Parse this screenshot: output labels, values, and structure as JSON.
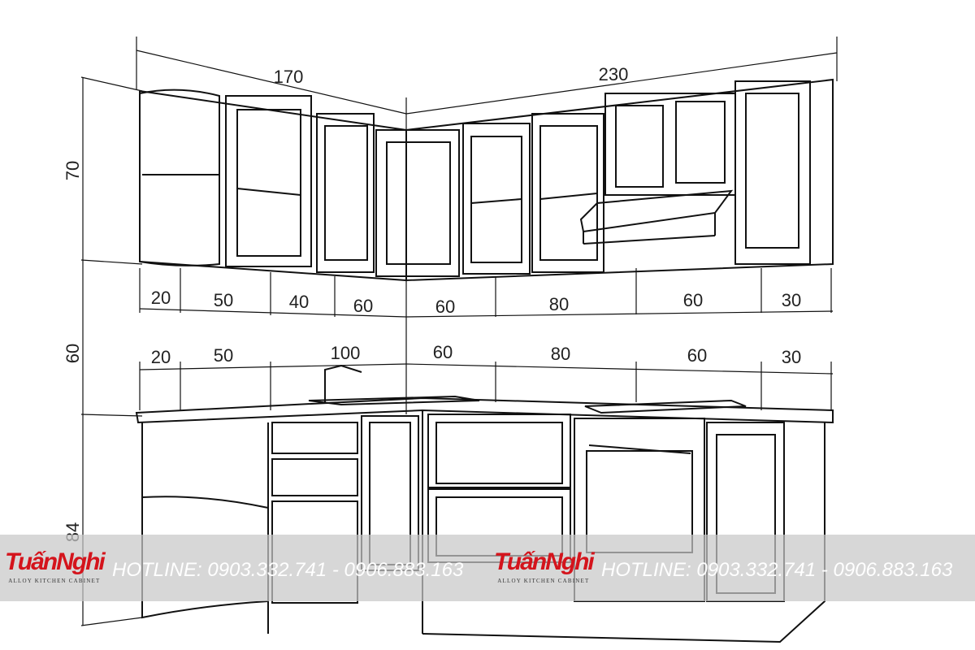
{
  "dimensions": {
    "upper_widths": {
      "left_run": "170",
      "right_run": "230"
    },
    "heights": {
      "upper": "70",
      "gap": "60",
      "base": "84"
    },
    "upper_row": [
      "20",
      "50",
      "40",
      "60",
      "60",
      "80",
      "60",
      "30"
    ],
    "lower_row": [
      "20",
      "50",
      "100",
      "60",
      "80",
      "60",
      "30"
    ]
  },
  "watermark": {
    "brand": "TuấnNghi",
    "tagline": "ALLOY KITCHEN CABINET",
    "hotline": "HOTLINE: 0903.332.741 - 0906.883.163",
    "brand_color": "#d4141c"
  }
}
